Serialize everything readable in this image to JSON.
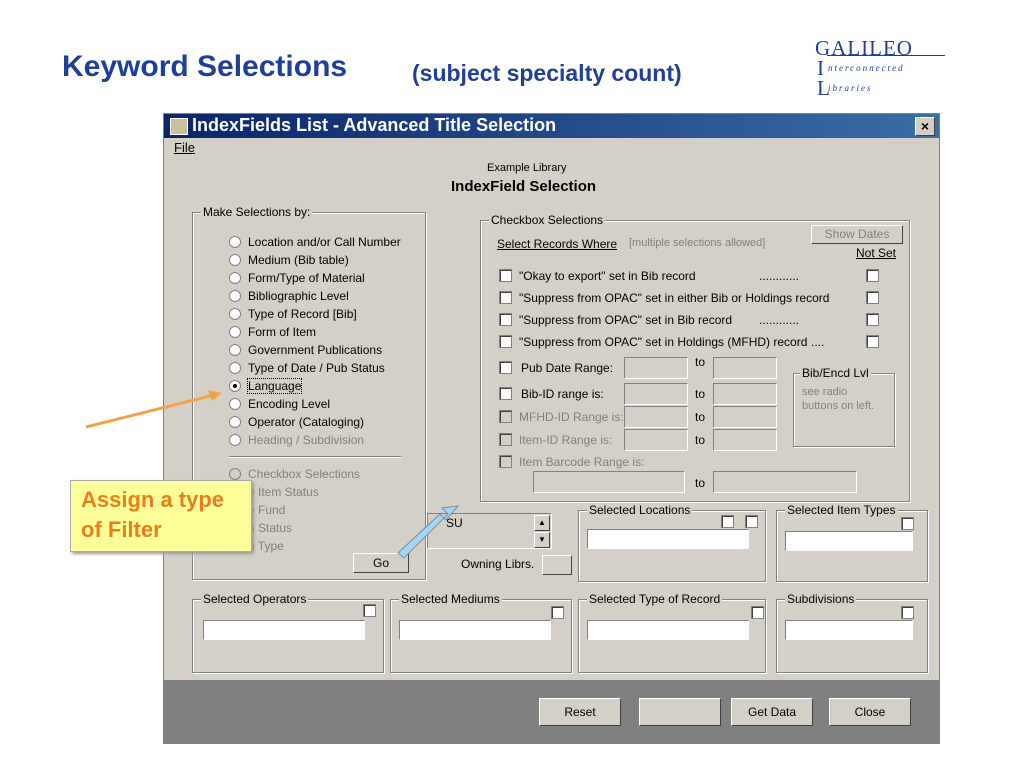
{
  "slide": {
    "title": "Keyword Selections",
    "subtitle": "(subject specialty count)",
    "logo": {
      "line1": "GALILEO",
      "line2_initial": "I",
      "line2_rest": "nterconnected",
      "line3_initial": "L",
      "line3_rest": "ibraries"
    },
    "callout_line1": "Assign a type",
    "callout_line2": "of Filter"
  },
  "window": {
    "title": "IndexFields List - Advanced Title Selection",
    "close": "×",
    "menu_file": "File",
    "library": "Example Library",
    "heading": "IndexField Selection"
  },
  "make_selections": {
    "label": "Make Selections by:",
    "options": [
      {
        "label": "Location and/or Call Number",
        "selected": false,
        "disabled": false
      },
      {
        "label": "Medium (Bib table)",
        "selected": false,
        "disabled": false
      },
      {
        "label": "Form/Type of Material",
        "selected": false,
        "disabled": false
      },
      {
        "label": "Bibliographic Level",
        "selected": false,
        "disabled": false
      },
      {
        "label": "Type of Record [Bib]",
        "selected": false,
        "disabled": false
      },
      {
        "label": "Form of Item",
        "selected": false,
        "disabled": false
      },
      {
        "label": "Government Publications",
        "selected": false,
        "disabled": false
      },
      {
        "label": "Type of Date / Pub Status",
        "selected": false,
        "disabled": false
      },
      {
        "label": "Language",
        "selected": true,
        "disabled": false
      },
      {
        "label": "Encoding Level",
        "selected": false,
        "disabled": false
      },
      {
        "label": "Operator (Cataloging)",
        "selected": false,
        "disabled": false
      },
      {
        "label": "Heading / Subdivision",
        "selected": false,
        "disabled": true
      }
    ],
    "options2": [
      {
        "label": "Checkbox Selections"
      },
      {
        "label": "e Item Status"
      },
      {
        "label": "e Fund"
      },
      {
        "label": "n Status"
      },
      {
        "label": "n Type"
      }
    ],
    "go": "Go"
  },
  "checkbox_selections": {
    "label": "Checkbox Selections",
    "select_where": "Select Records Where",
    "multiple": "[multiple selections allowed]",
    "show_dates": "Show Dates",
    "not_set": "Not Set",
    "rows": [
      {
        "label": "\"Okay to export\" set in Bib record",
        "dots": "............"
      },
      {
        "label": "\"Suppress from OPAC\" set in either Bib or Holdings record",
        "dots": ""
      },
      {
        "label": "\"Suppress from OPAC\" set in Bib record",
        "dots": "............"
      },
      {
        "label": "\"Suppress from OPAC\" set in Holdings (MFHD) record",
        "dots": "...."
      }
    ],
    "pub_date": "Pub Date Range:",
    "bib_id": "Bib-ID range is:",
    "mfhd_id": "MFHD-ID Range is:",
    "item_id": "Item-ID Range is:",
    "barcode": "Item Barcode Range is:",
    "to": "to",
    "bib_encd": "Bib/Encd Lvl",
    "see_radio_1": "see radio",
    "see_radio_2": "buttons on left."
  },
  "owning": {
    "value": "SU",
    "button_label": "Owning Librs."
  },
  "panels": {
    "selected_locations": "Selected Locations",
    "selected_item_types": "Selected Item Types",
    "selected_operators": "Selected Operators",
    "selected_mediums": "Selected Mediums",
    "selected_type_of_record": "Selected Type of Record",
    "subdivisions": "Subdivisions"
  },
  "buttons": {
    "reset": "Reset",
    "blank": "",
    "get_data": "Get Data",
    "close": "Close"
  },
  "colors": {
    "title_blue": "#1f3f99",
    "callout_text": "#e87e1e",
    "callout_bg": "#ffff99",
    "arrow": "#f4a14b",
    "window_bg": "#d4d0c8"
  }
}
